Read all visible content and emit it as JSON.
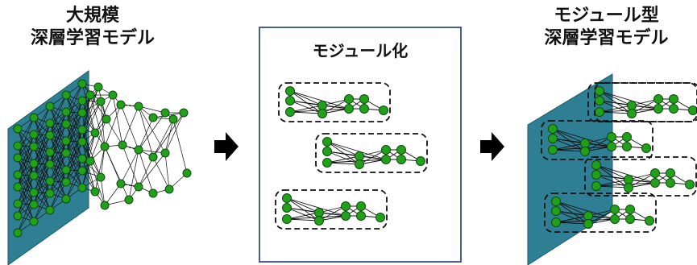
{
  "left_panel": {
    "title_line1": "大規模",
    "title_line2": "深層学習モデル"
  },
  "middle_panel": {
    "title": "モジュール化"
  },
  "right_panel": {
    "title_line1": "モジュール型",
    "title_line2": "深層学習モデル"
  },
  "colors": {
    "node": "#22a01c",
    "node_stroke": "#0d4d0a",
    "plane": "#2e7f93",
    "plane_edge": "#1d5a68",
    "box_border": "#46618a",
    "arrow": "#000000"
  }
}
